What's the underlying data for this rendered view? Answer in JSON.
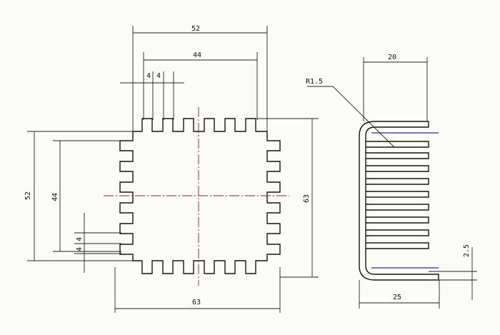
{
  "dimensions": {
    "top_outer_width": "52",
    "top_inner_width": "44",
    "fin_thickness": "4",
    "fin_gap": "4",
    "left_outer_height": "52",
    "left_inner_height": "44",
    "left_fin_thickness": "4",
    "left_fin_gap": "4",
    "right_height": "63",
    "bottom_width": "63",
    "side_width_top": "20",
    "side_radius": "R1.5",
    "side_thickness": "2.5",
    "side_width_bottom": "25"
  },
  "colors": {
    "line": "#141414",
    "centerline": "#9a1f1f",
    "accent": "#2a2ab0"
  }
}
